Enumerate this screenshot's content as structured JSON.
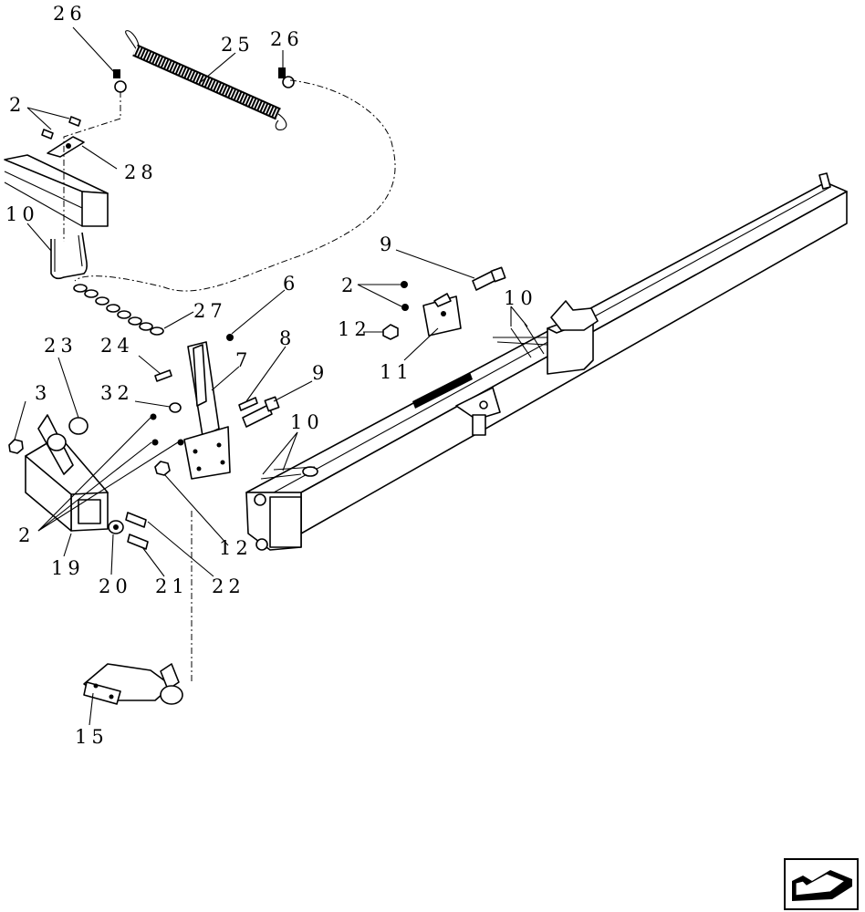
{
  "callouts": {
    "c26a": "26",
    "c25": "25",
    "c26b": "26",
    "c2a": "2",
    "c28": "28",
    "c10a": "10",
    "c9a": "9",
    "c2b": "2",
    "c10b": "10",
    "c12a": "12",
    "c11": "11",
    "c6": "6",
    "c27": "27",
    "c23": "23",
    "c24": "24",
    "c7": "7",
    "c8": "8",
    "c9b": "9",
    "c3": "3",
    "c32": "32",
    "c10c": "10",
    "c2c": "2",
    "c19": "19",
    "c20": "20",
    "c21": "21",
    "c22": "22",
    "c12b": "12",
    "c15": "15"
  },
  "icons": {
    "nav_arrow": "direction-arrow-icon"
  }
}
